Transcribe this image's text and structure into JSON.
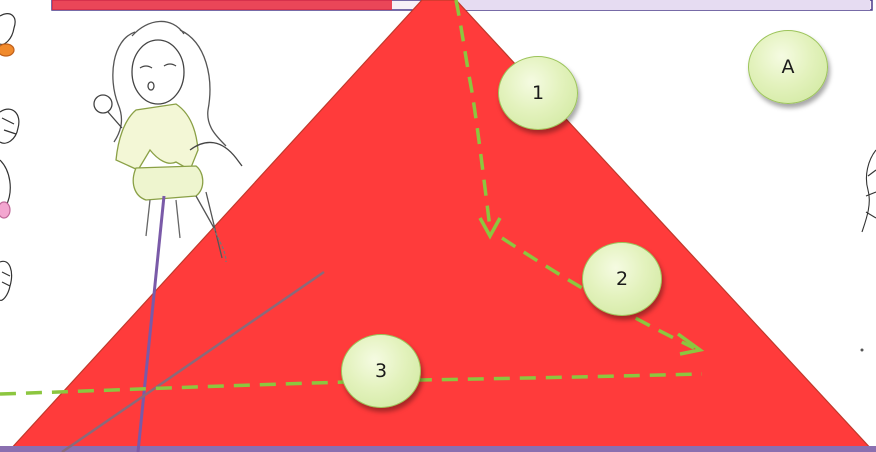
{
  "badges": {
    "one": "1",
    "two": "2",
    "three": "3",
    "a": "A"
  },
  "colors": {
    "triangle": "#ff3b3b",
    "triangle_edge": "#c0392b",
    "path_dash": "#8cc63f",
    "line_purple": "#7a5aa8",
    "line_gray": "#8a6a7a",
    "badge_fill": "#e3f2bd"
  }
}
